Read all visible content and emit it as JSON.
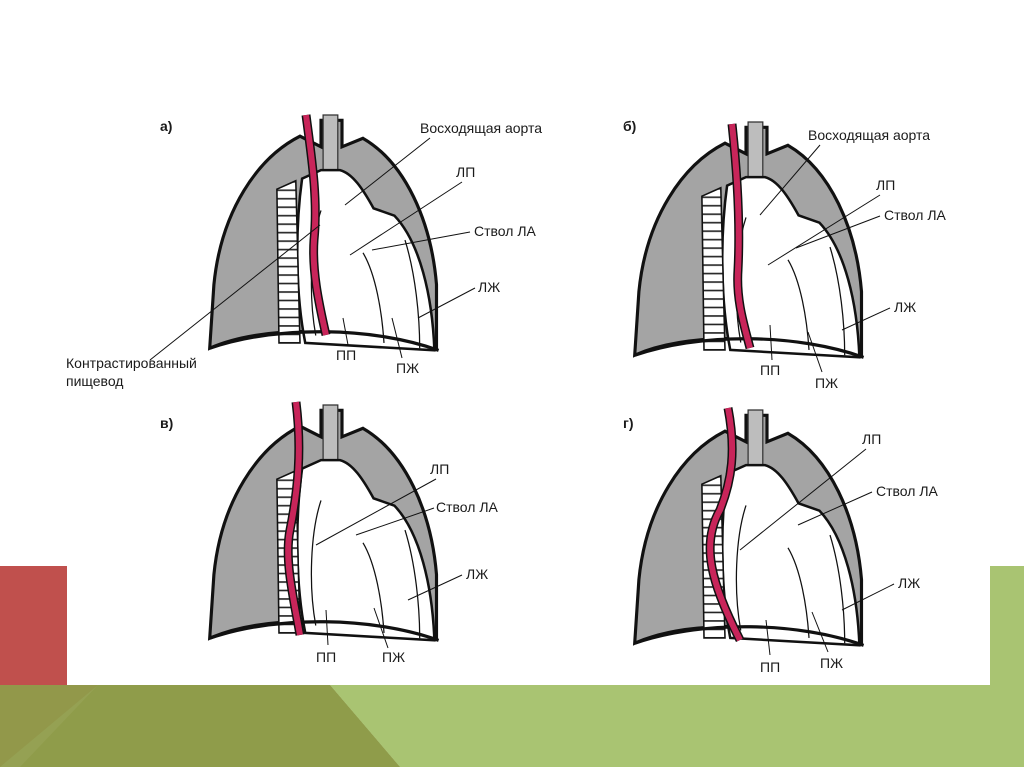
{
  "colors": {
    "accent_red": "#c0504d",
    "accent_olive": "#8f9c4a",
    "accent_green": "#a9c472",
    "lung_gray": "#a4a4a4",
    "esophagus": "#c8255a"
  },
  "panels": [
    {
      "id": "a",
      "title": "а)",
      "labels": {
        "ascending_aorta": "Восходящая аорта",
        "lp": "ЛП",
        "trunk_la": "Ствол ЛА",
        "lzh": "ЛЖ",
        "pp": "ПП",
        "pzh": "ПЖ",
        "esophagus_line1": "Контрастированный",
        "esophagus_line2": "пищевод"
      }
    },
    {
      "id": "b",
      "title": "б)",
      "labels": {
        "ascending_aorta": "Восходящая аорта",
        "lp": "ЛП",
        "trunk_la": "Ствол ЛА",
        "lzh": "ЛЖ",
        "pp": "ПП",
        "pzh": "ПЖ"
      }
    },
    {
      "id": "v",
      "title": "в)",
      "labels": {
        "lp": "ЛП",
        "trunk_la": "Ствол ЛА",
        "lzh": "ЛЖ",
        "pp": "ПП",
        "pzh": "ПЖ"
      }
    },
    {
      "id": "g",
      "title": "г)",
      "labels": {
        "lp": "ЛП",
        "trunk_la": "Ствол ЛА",
        "lzh": "ЛЖ",
        "pp": "ПП",
        "pzh": "ПЖ"
      }
    }
  ]
}
